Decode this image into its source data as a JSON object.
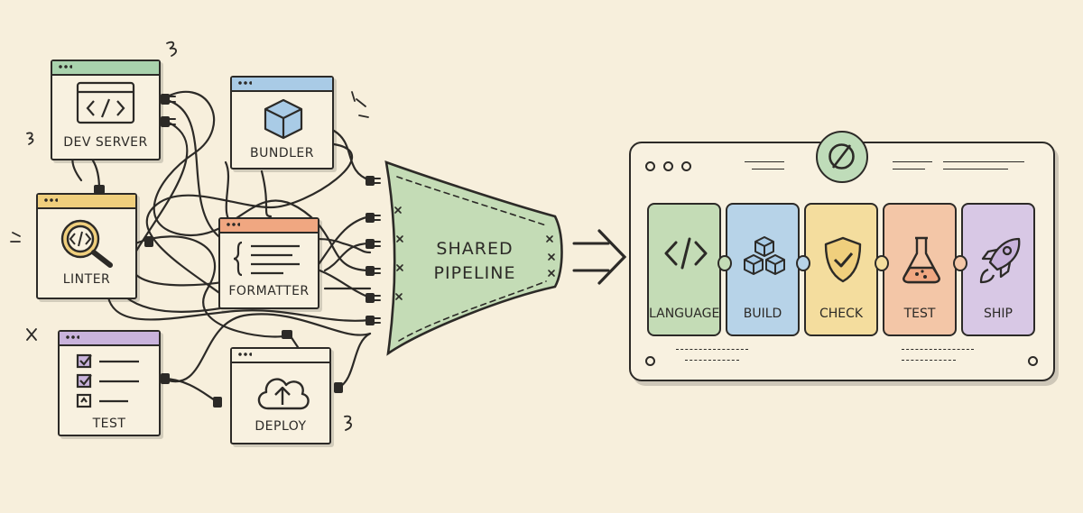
{
  "tools": {
    "dev_server": "DEV SERVER",
    "bundler": "BUNDLER",
    "linter": "LINTER",
    "formatter": "FORMATTER",
    "test": "TEST",
    "deploy": "DEPLOY"
  },
  "funnel": {
    "line1": "SHARED",
    "line2": "PIPELINE"
  },
  "stages": [
    {
      "label": "LANGUAGE",
      "color": "#c4dcb6",
      "icon": "code-icon"
    },
    {
      "label": "BUILD",
      "color": "#b7d3e8",
      "icon": "cubes-icon"
    },
    {
      "label": "CHECK",
      "color": "#f4dd9e",
      "icon": "shield-check-icon"
    },
    {
      "label": "TEST",
      "color": "#f3c6a7",
      "icon": "flask-icon"
    },
    {
      "label": "SHIP",
      "color": "#d8c8e5",
      "icon": "rocket-icon"
    }
  ],
  "colors": {
    "dev_server_bar": "#a9d2ad",
    "bundler_bar": "#a9cbe6",
    "linter_bar": "#f0cf7d",
    "formatter_bar": "#f0a781",
    "test_bar": "#c9b3dc",
    "deploy_bar": "#f8f1e0",
    "funnel_fill": "#c4dcb6",
    "ink": "#2c2a27"
  }
}
